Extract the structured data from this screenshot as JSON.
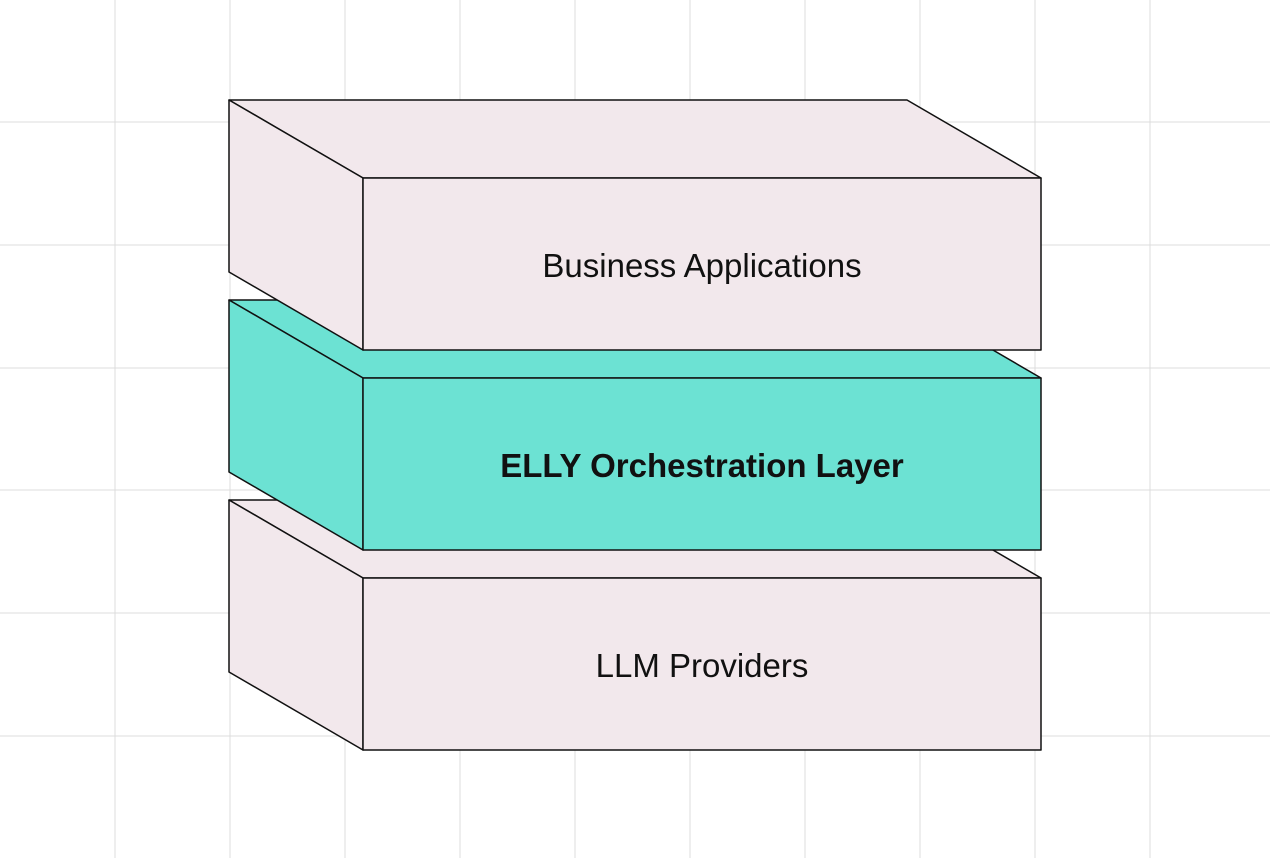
{
  "colors": {
    "background": "#ffffff",
    "grid": "#dcdcdc",
    "outline": "#111111",
    "layer_default": "#f2e8ec",
    "layer_highlight": "#6ce2d3"
  },
  "layers": [
    {
      "label": "Business Applications",
      "highlight": false
    },
    {
      "label": "ELLY Orchestration Layer",
      "highlight": true
    },
    {
      "label": "LLM Providers",
      "highlight": false
    }
  ]
}
